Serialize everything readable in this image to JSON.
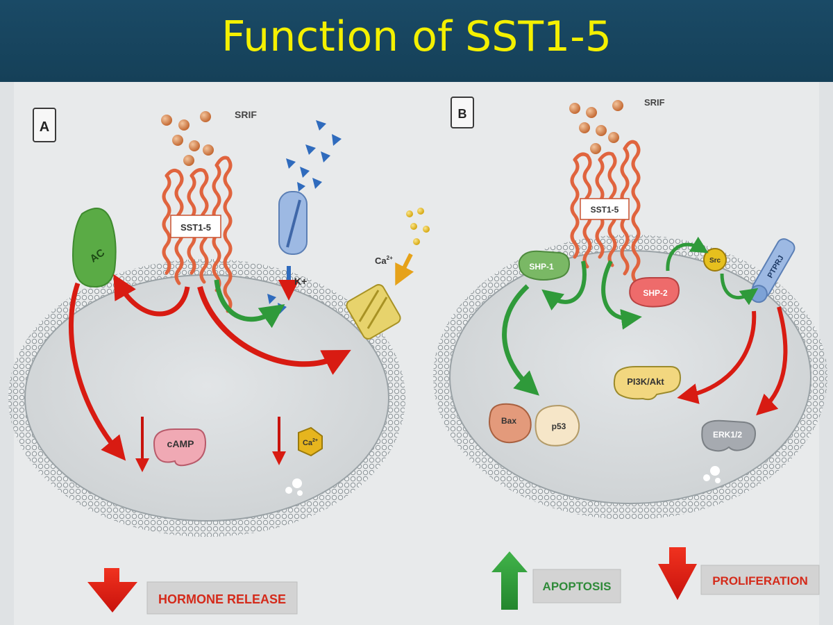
{
  "title": "Function of SST1-5",
  "colors": {
    "header_bg": "#174560",
    "title": "#f4f000",
    "down_arrow": "#e01b12",
    "up_arrow": "#2f9a3a",
    "membrane": "#9aa2a6",
    "receptor": "#e0643e"
  },
  "panel_a": {
    "label": "A",
    "ligand": "SRIF",
    "receptor": "SST1-5",
    "adenylyl_cyclase": "AC",
    "potassium": "K+",
    "calcium": "Ca",
    "calcium_sup": "2+",
    "camp": "cAMP",
    "outcome": "HORMONE RELEASE",
    "outcome_direction": "down"
  },
  "panel_b": {
    "label": "B",
    "ligand": "SRIF",
    "receptor": "SST1-5",
    "shp1": "SHP-1",
    "shp2": "SHP-2",
    "src": "Src",
    "ptp": "PTPRJ",
    "pi3k": "PI3K/Akt",
    "erk": "ERK1/2",
    "bax": "Bax",
    "p53": "p53",
    "outcome_up": "APOPTOSIS",
    "outcome_down": "PROLIFERATION"
  }
}
